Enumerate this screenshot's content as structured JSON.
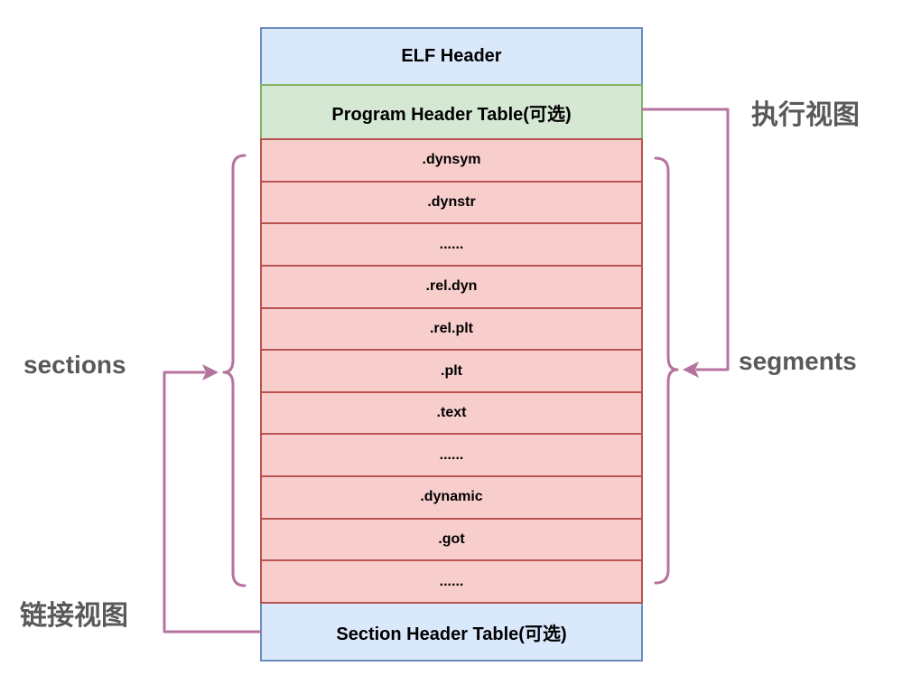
{
  "diagram": {
    "elf_header": "ELF Header",
    "program_header": "Program Header Table(可选)",
    "section_header": "Section Header Table(可选)",
    "sections": [
      ".dynsym",
      ".dynstr",
      "......",
      ".rel.dyn",
      ".rel.plt",
      ".plt",
      ".text",
      "......",
      ".dynamic",
      ".got",
      "......"
    ],
    "labels": {
      "exec_view": "执行视图",
      "segments": "segments",
      "sections": "sections",
      "link_view": "链接视图"
    }
  },
  "colors": {
    "background": "#ffffff",
    "blue_fill": "#dae8fc",
    "blue_stroke": "#6c8ebf",
    "green_fill": "#d5e8d4",
    "green_stroke": "#82b366",
    "red_fill": "#f8cecc",
    "red_stroke": "#b85450",
    "connector": "#b5739d",
    "label_text": "#595959",
    "box_text": "#000000"
  }
}
